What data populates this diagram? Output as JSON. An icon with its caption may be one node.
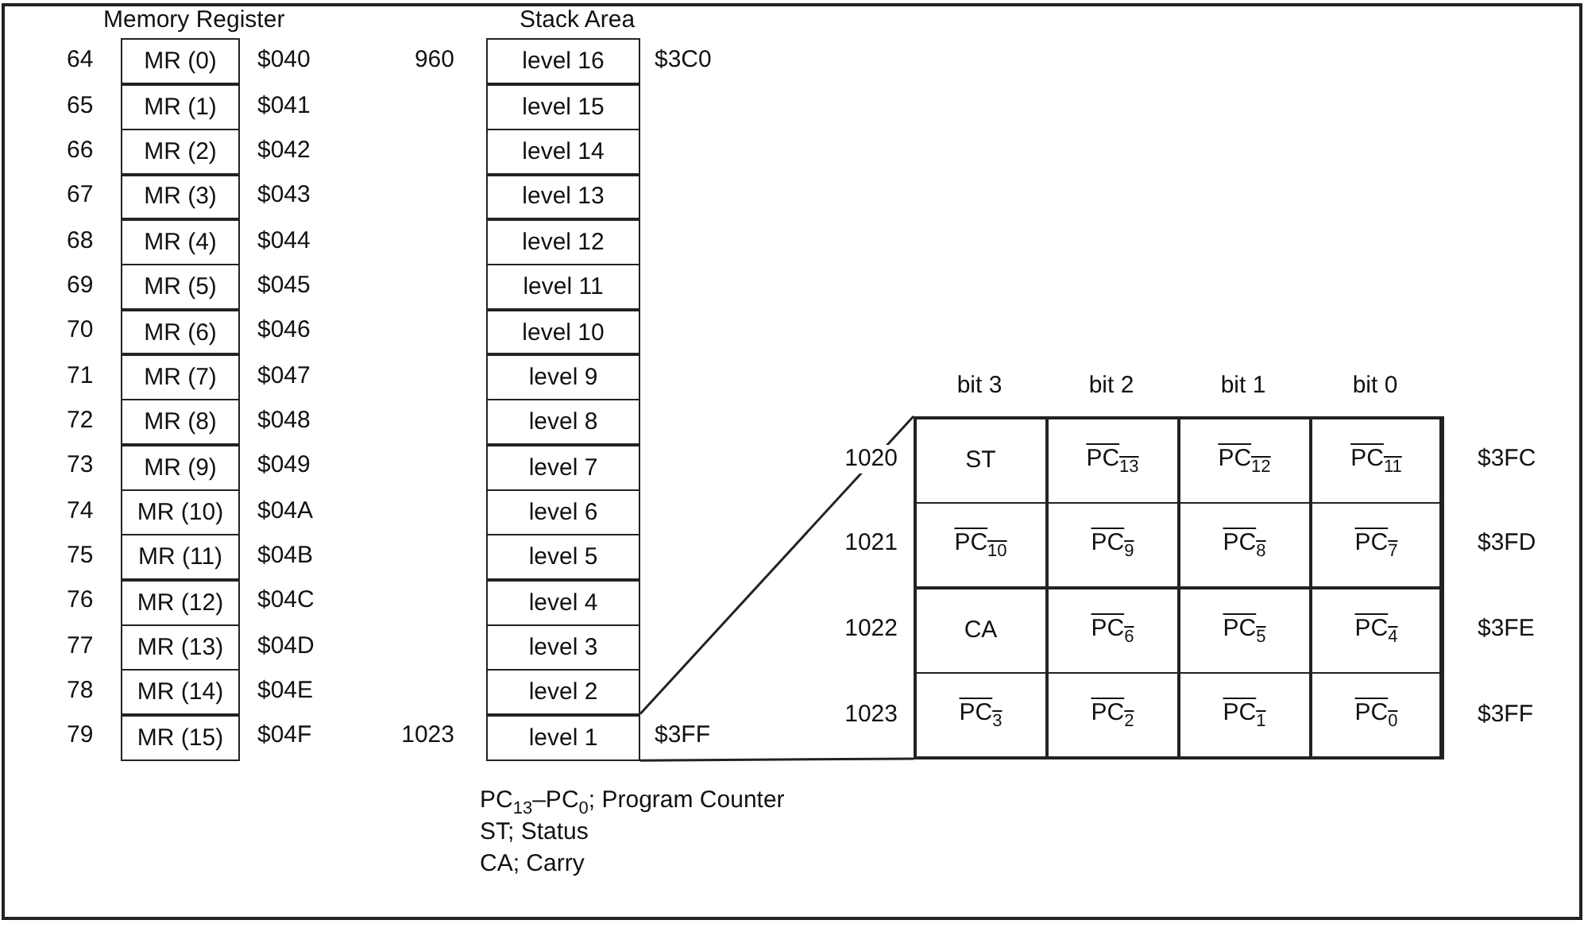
{
  "diagram": {
    "nodes": [
      {
        "text": [
          "level 1"
        ]
      },
      {
        "text": [],
        "shape": "box"
      }
    ],
    "edges": [
      {
        "from": 0,
        "to": 1,
        "arrow": "none"
      },
      {
        "from": 0,
        "to": 1,
        "arrow": "none"
      }
    ],
    "labels": [
      "Memory Register",
      "64",
      "MR (0)",
      "$040",
      "65",
      "MR (1)",
      "$041",
      "66",
      "MR (2)",
      "$042",
      "67",
      "MR (3)",
      "$043",
      "68",
      "MR (4)",
      "$044",
      "69",
      "MR (5)",
      "$045",
      "70",
      "MR (6)",
      "$046",
      "71",
      "MR (7)",
      "$047",
      "72",
      "MR (8)",
      "$048",
      "73",
      "MR (9)",
      "$049",
      "74",
      "MR (10)",
      "$04A",
      "75",
      "MR (11)",
      "$04B",
      "76",
      "MR (12)",
      "$04C",
      "77",
      "MR (13)",
      "$04D",
      "78",
      "MR (14)",
      "$04E",
      "79",
      "MR (15)",
      "$04F",
      "Stack Area",
      "960",
      "level 16",
      "$3C0",
      "level 15",
      "level 14",
      "level 13",
      "level 12",
      "level 11",
      "level 10",
      "level 9",
      "level 8",
      "level 7",
      "level 6",
      "level 5",
      "level 4",
      "level 3",
      "level 2",
      "1023",
      "$3FF",
      "bit 3",
      "bit 2",
      "bit 1",
      "bit 0",
      "1020",
      "ST",
      "PC$_{13}$",
      "PC$_{12}$",
      "PC$_{11}$",
      "$3FC",
      "1021",
      "PC$_{10}$",
      "PC$_{9}$",
      "PC$_{8}$",
      "PC$_{7}$",
      "$3FD",
      "1022",
      "CA",
      "PC$_{6}$",
      "PC$_{5}$",
      "PC$_{4}$",
      "$3FE",
      "1023",
      "PC$_{3}$",
      "PC$_{2}$",
      "PC$_{1}$",
      "PC$_{0}$",
      "$3FF",
      "PC$_{13}$–PC$_{0}$; Program Counter",
      "ST; Status",
      "CA; Carry"
    ]
  }
}
